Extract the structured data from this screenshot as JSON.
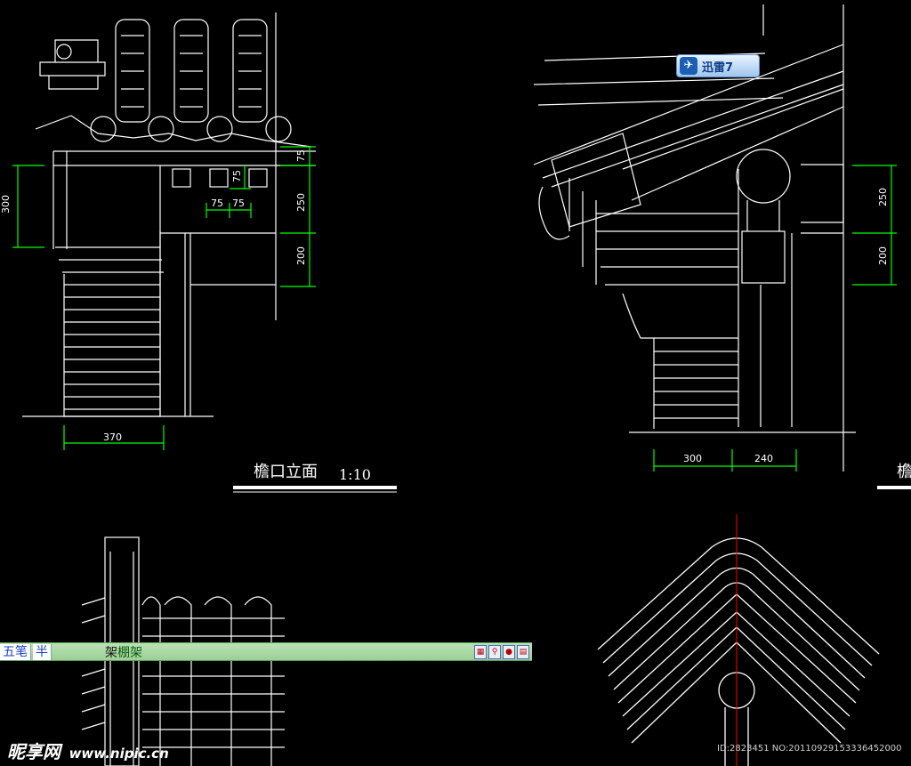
{
  "drawing": {
    "dimensions": {
      "d_300_left": "300",
      "d_75_a": "75",
      "d_250_a": "250",
      "d_200_a": "200",
      "d_75_b": "75",
      "d_75_c": "75",
      "d_75_d": "75",
      "d_370": "370",
      "d_250_b": "250",
      "d_200_b": "200",
      "d_300_bottom": "300",
      "d_240": "240"
    },
    "titles": {
      "eave_elevation": "檐口立面",
      "scale": "1:10",
      "cut_title": "檐"
    }
  },
  "ime_bar": {
    "mode": "五笔",
    "half_width": "半",
    "composition": "架",
    "candidate": "棚架"
  },
  "overlay": {
    "thunder_label": "迅雷7",
    "watermark_logo": "昵享网",
    "watermark_url": "www.nipic.cn",
    "watermark_id": "ID:2823451 NO:20110929153336452000"
  },
  "colors": {
    "background": "#000000",
    "line": "#ffffff",
    "dimension": "#00ff00",
    "axis": "#ff0000",
    "ime_bar": "#a8d8a2"
  }
}
